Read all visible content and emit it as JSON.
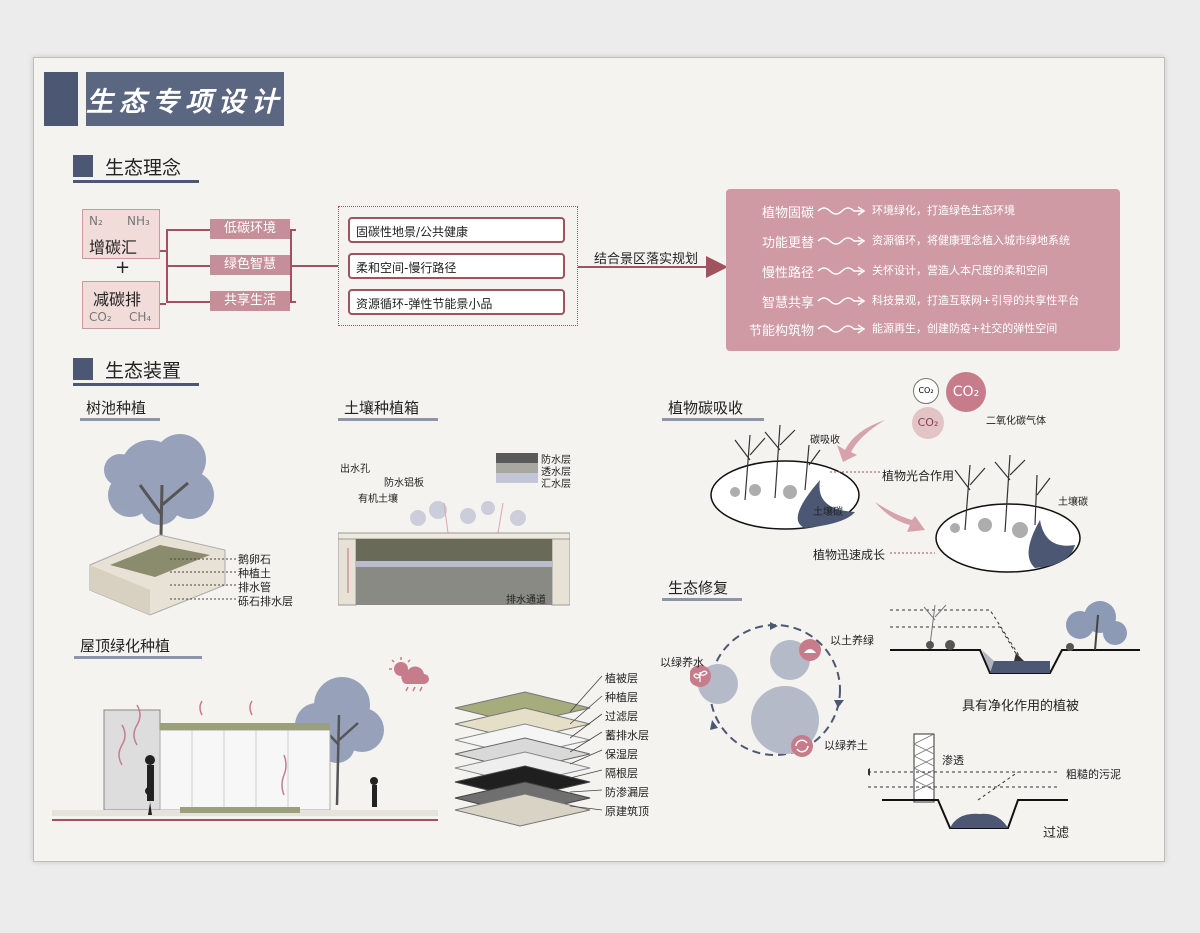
{
  "title": "生态专项设计",
  "sections": {
    "concept": "生态理念",
    "devices": "生态装置"
  },
  "concept": {
    "carbon_sink": {
      "gas": [
        "N₂",
        "NH₃"
      ],
      "label": "增碳汇"
    },
    "plus": "+",
    "carbon_reduce": {
      "label": "减碳排",
      "gas": [
        "CO₂",
        "CH₄"
      ]
    },
    "pills": [
      "低碳环境",
      "绿色智慧",
      "共享生活"
    ],
    "boxes": [
      "固碳性地景/公共健康",
      "柔和空间-慢行路径",
      "资源循环-弹性节能景小品"
    ],
    "arrow_label": "结合景区落实规划",
    "panel": [
      {
        "key": "植物固碳",
        "value": "环境绿化，打造绿色生态环境"
      },
      {
        "key": "功能更替",
        "value": "资源循环，将健康理念植入城市绿地系统"
      },
      {
        "key": "慢性路径",
        "value": "关怀设计，营造人本尺度的柔和空间"
      },
      {
        "key": "智慧共享",
        "value": "科技景观，打造互联网+引导的共享性平台"
      },
      {
        "key": "节能构筑物",
        "value": "能源再生，创建防疫+社交的弹性空间"
      }
    ]
  },
  "tree_pool": {
    "title": "树池种植",
    "labels": [
      "鹅卵石",
      "种植土",
      "排水管",
      "砾石排水层"
    ]
  },
  "soil_box": {
    "title": "土壤种植箱",
    "labels": [
      "出水孔",
      "防水铝板",
      "有机土壤",
      "排水通道"
    ],
    "legend": [
      "防水层",
      "透水层",
      "汇水层"
    ]
  },
  "carbon": {
    "title": "植物碳吸收",
    "gas_small": "CO₂",
    "gas_large": "CO₂",
    "gas_mid": "CO₂",
    "gas_label": "二氧化碳气体",
    "absorb": "碳吸收",
    "photosynthesis": "植物光合作用",
    "soil_carbon_1": "土壤碳",
    "soil_carbon_2": "土壤碳",
    "growth": "植物迅速成长"
  },
  "roof": {
    "title": "屋顶绿化种植",
    "layers": [
      "植被层",
      "种植层",
      "过滤层",
      "蓄排水层",
      "保湿层",
      "隔根层",
      "防渗漏层",
      "原建筑顶"
    ]
  },
  "repair": {
    "title": "生态修复",
    "cycle": [
      "以绿养水",
      "以土养绿",
      "以绿养土"
    ],
    "purify": "具有净化作用的植被",
    "seep": "渗透",
    "mud": "粗糙的污泥",
    "filter": "过滤"
  },
  "colors": {
    "navy": "#4c5873",
    "pink": "#cf9aa4",
    "maroon": "#a0525f",
    "tree": "#8d9ab5"
  }
}
